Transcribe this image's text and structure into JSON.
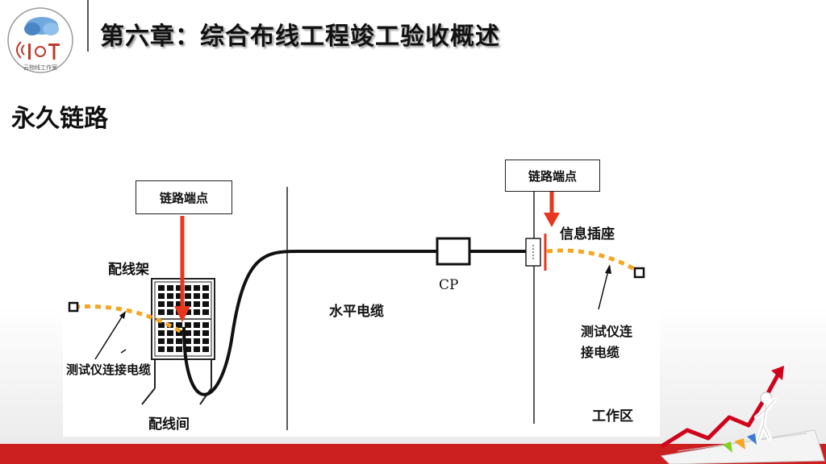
{
  "header": {
    "logo_text": "云物线工作室",
    "title": "第六章：综合布线工程竣工验收概述"
  },
  "section": {
    "title": "永久链路"
  },
  "diagram": {
    "link_endpoint_left": "链路端点",
    "link_endpoint_right": "链路端点",
    "patch_panel": "配线架",
    "tester_cable_left": "测试仪连接电缆",
    "telecom_room": "配线间",
    "horizontal_cable": "水平电缆",
    "cp": "CP",
    "outlet": "信息插座",
    "tester_cable_right_line1": "测试仪连",
    "tester_cable_right_line2": "接电缆",
    "work_area": "工作区",
    "colors": {
      "endpoint_arrow": "#e8361c",
      "tester_cable": "#f5a623"
    }
  }
}
